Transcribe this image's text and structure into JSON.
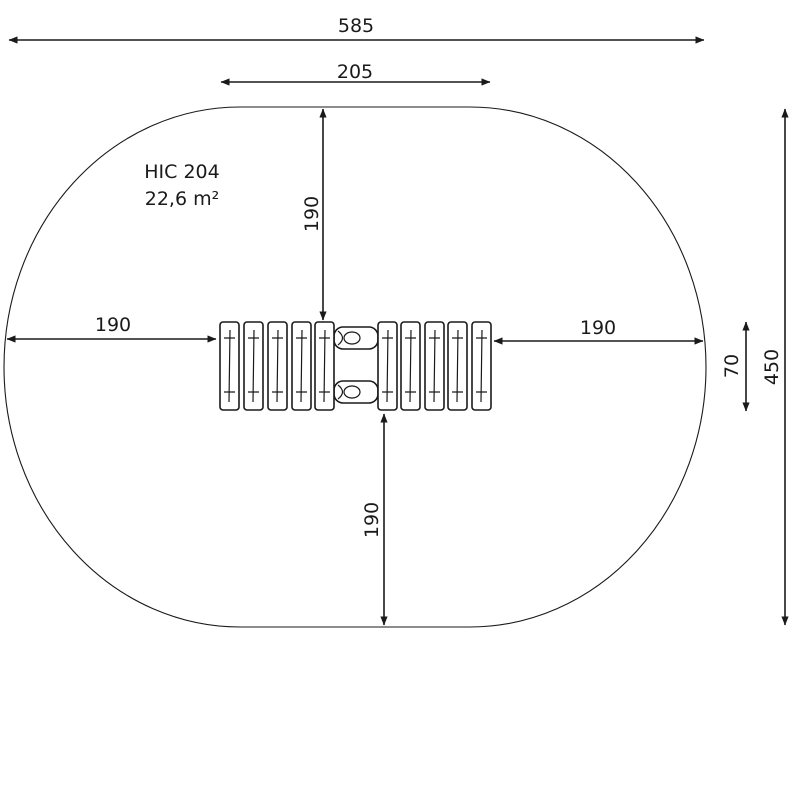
{
  "hic": {
    "code": "HIC 204",
    "area": "22,6 m²"
  },
  "dimensions": {
    "total_width": "585",
    "equipment_length": "205",
    "top_clearance": "190",
    "left_clearance": "190",
    "right_clearance": "190",
    "bottom_clearance": "190",
    "equipment_depth": "70",
    "total_depth": "450"
  }
}
